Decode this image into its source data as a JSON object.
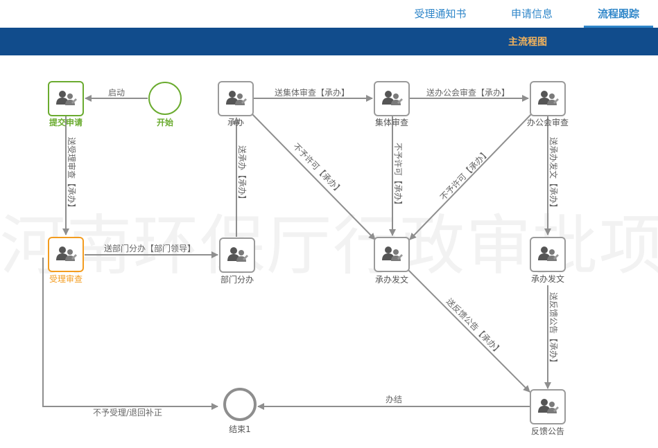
{
  "tabs": [
    {
      "label": "受理通知书",
      "active": false
    },
    {
      "label": "申请信息",
      "active": false
    },
    {
      "label": "流程跟踪",
      "active": true
    }
  ],
  "header": {
    "title": "主流程图"
  },
  "watermark": "河南环保厅行政审批项",
  "colors": {
    "accent": "#2f86c9",
    "bar": "#114c8c",
    "bar_title": "#f3b35c",
    "start_node": "#6aab2f",
    "current_node": "#f39c1f",
    "edge": "#8e8e8e"
  },
  "nodes": {
    "submit": {
      "label": "提交申请",
      "state": "done"
    },
    "start": {
      "label": "开始"
    },
    "chengban": {
      "label": "承办"
    },
    "jiti": {
      "label": "集体审查"
    },
    "bangong": {
      "label": "办公会审查"
    },
    "shouli": {
      "label": "受理审查",
      "state": "current"
    },
    "bumen": {
      "label": "部门分办"
    },
    "fawen1": {
      "label": "承办发文"
    },
    "fawen2": {
      "label": "承办发文"
    },
    "fankui": {
      "label": "反馈公告"
    },
    "end": {
      "label": "结束1"
    }
  },
  "edges": {
    "qidong": "启动",
    "song_shouli": "送受理审查【承办】",
    "song_jiti": "送集体审查【承办】",
    "song_bangong": "送办公会审查【承办】",
    "song_chengban": "送承办【承办】",
    "bu_yuxu_1": "不予许可【承办】",
    "bu_yuxu_2": "不予许可【承办】",
    "bu_yuxu_3": "不予许可【承办】",
    "song_fawen": "送承办发文【承办】",
    "song_bumen": "送部门分办【部门领导】",
    "song_fankui_1": "送反馈公告【承办】",
    "song_fankui_2": "送反馈公告【承办】",
    "banjie": "办结",
    "bu_shouli": "不予受理/退回补正"
  }
}
